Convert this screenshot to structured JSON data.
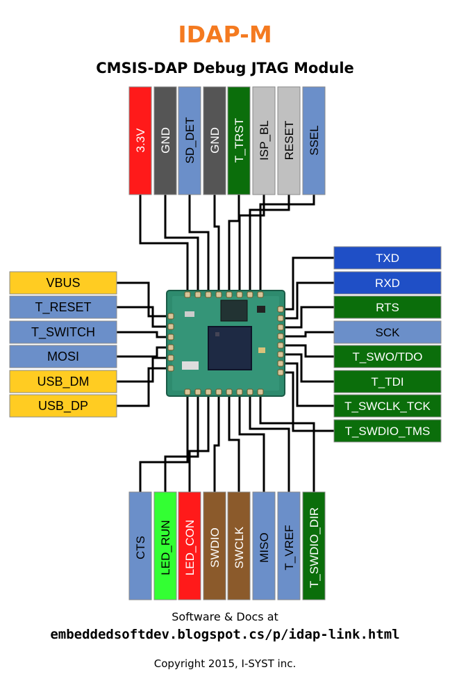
{
  "title": "IDAP-M",
  "subtitle": "CMSIS-DAP Debug JTAG Module",
  "footer": {
    "line1": "Software & Docs at",
    "url": "embeddedsoftdev.blogspot.cs/p/idap-link.html",
    "copyright": "Copyright 2015, I-SYST inc."
  },
  "colors": {
    "power": "#ff1a1a",
    "ground": "#555555",
    "signal_blue": "#6b8fc9",
    "jtag_green": "#0b6e0b",
    "config_gray": "#c0c0c0",
    "usb_yellow": "#ffcc22",
    "uart_blue": "#1f4fc6",
    "led_green": "#33ff33",
    "led_red": "#ff1a1a",
    "swd_brown": "#8b5a2b",
    "title_orange": "#f47a20",
    "pcb_green": "#2e8b6e"
  },
  "pins": {
    "top": [
      {
        "label": "3.3V",
        "color": "power"
      },
      {
        "label": "GND",
        "color": "ground"
      },
      {
        "label": "SD_DET",
        "color": "signal_blue"
      },
      {
        "label": "GND",
        "color": "ground"
      },
      {
        "label": "T_TRST",
        "color": "jtag_green"
      },
      {
        "label": "ISP_BL",
        "color": "config_gray"
      },
      {
        "label": "RESET",
        "color": "config_gray"
      },
      {
        "label": "SSEL",
        "color": "signal_blue"
      }
    ],
    "left": [
      {
        "label": "VBUS",
        "color": "usb_yellow"
      },
      {
        "label": "T_RESET",
        "color": "signal_blue"
      },
      {
        "label": "T_SWITCH",
        "color": "signal_blue"
      },
      {
        "label": "MOSI",
        "color": "signal_blue"
      },
      {
        "label": "USB_DM",
        "color": "usb_yellow"
      },
      {
        "label": "USB_DP",
        "color": "usb_yellow"
      }
    ],
    "right": [
      {
        "label": "TXD",
        "color": "uart_blue"
      },
      {
        "label": "RXD",
        "color": "uart_blue"
      },
      {
        "label": "RTS",
        "color": "jtag_green"
      },
      {
        "label": "SCK",
        "color": "signal_blue"
      },
      {
        "label": "T_SWO/TDO",
        "color": "jtag_green"
      },
      {
        "label": "T_TDI",
        "color": "jtag_green"
      },
      {
        "label": "T_SWCLK_TCK",
        "color": "jtag_green"
      },
      {
        "label": "T_SWDIO_TMS",
        "color": "jtag_green"
      }
    ],
    "bottom": [
      {
        "label": "CTS",
        "color": "signal_blue"
      },
      {
        "label": "LED_RUN",
        "color": "led_green"
      },
      {
        "label": "LED_CON",
        "color": "led_red"
      },
      {
        "label": "SWDIO",
        "color": "swd_brown"
      },
      {
        "label": "SWCLK",
        "color": "swd_brown"
      },
      {
        "label": "MISO",
        "color": "signal_blue"
      },
      {
        "label": "T_VREF",
        "color": "signal_blue"
      },
      {
        "label": "T_SWDIO_DIR",
        "color": "jtag_green"
      }
    ]
  }
}
